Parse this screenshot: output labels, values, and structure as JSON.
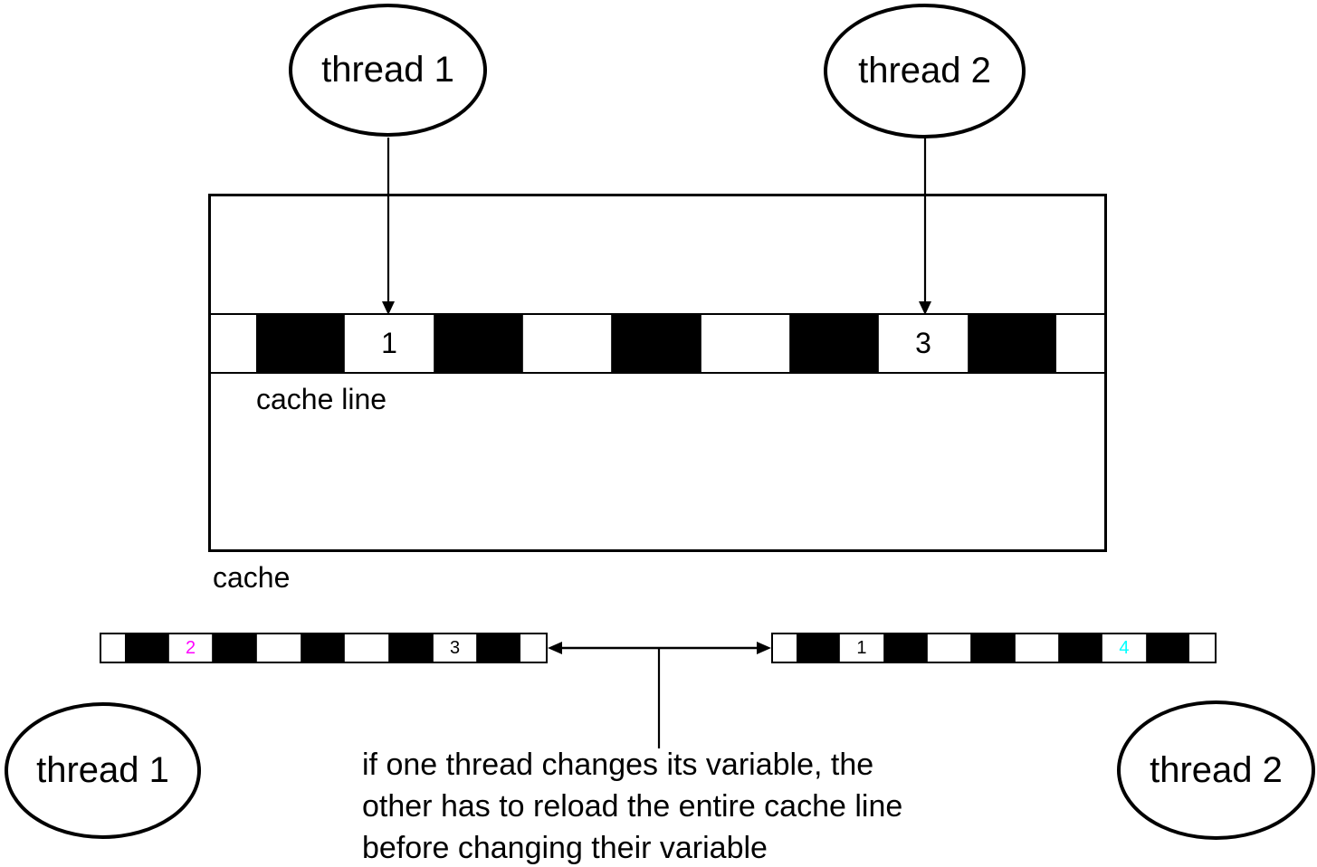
{
  "palette": {
    "line": "#000000",
    "magenta": "#ff00ff",
    "cyan": "#00ffff",
    "background": "#ffffff"
  },
  "threads": {
    "top_left_label": "thread 1",
    "top_right_label": "thread 2",
    "bottom_left_label": "thread 1",
    "bottom_right_label": "thread 2"
  },
  "cache": {
    "label": "cache",
    "line_label": "cache line",
    "cells": [
      {
        "fill": "white",
        "label": ""
      },
      {
        "fill": "black",
        "label": ""
      },
      {
        "fill": "white",
        "label": "1",
        "color": "#000000"
      },
      {
        "fill": "black",
        "label": ""
      },
      {
        "fill": "white",
        "label": ""
      },
      {
        "fill": "black",
        "label": ""
      },
      {
        "fill": "white",
        "label": ""
      },
      {
        "fill": "black",
        "label": ""
      },
      {
        "fill": "white",
        "label": "3",
        "color": "#000000"
      },
      {
        "fill": "black",
        "label": ""
      },
      {
        "fill": "white",
        "label": ""
      }
    ]
  },
  "thread1_cache_line": {
    "cells": [
      {
        "fill": "white",
        "label": ""
      },
      {
        "fill": "black",
        "label": ""
      },
      {
        "fill": "white",
        "label": "2",
        "color": "#ff00ff"
      },
      {
        "fill": "black",
        "label": ""
      },
      {
        "fill": "white",
        "label": ""
      },
      {
        "fill": "black",
        "label": ""
      },
      {
        "fill": "white",
        "label": ""
      },
      {
        "fill": "black",
        "label": ""
      },
      {
        "fill": "white",
        "label": "3",
        "color": "#000000"
      },
      {
        "fill": "black",
        "label": ""
      },
      {
        "fill": "white",
        "label": ""
      }
    ]
  },
  "thread2_cache_line": {
    "cells": [
      {
        "fill": "white",
        "label": ""
      },
      {
        "fill": "black",
        "label": ""
      },
      {
        "fill": "white",
        "label": "1",
        "color": "#000000"
      },
      {
        "fill": "black",
        "label": ""
      },
      {
        "fill": "white",
        "label": ""
      },
      {
        "fill": "black",
        "label": ""
      },
      {
        "fill": "white",
        "label": ""
      },
      {
        "fill": "black",
        "label": ""
      },
      {
        "fill": "white",
        "label": "4",
        "color": "#00ffff"
      },
      {
        "fill": "black",
        "label": ""
      },
      {
        "fill": "white",
        "label": ""
      }
    ]
  },
  "note": "if one thread changes its variable, the\nother has to reload the entire cache line\nbefore changing their variable"
}
